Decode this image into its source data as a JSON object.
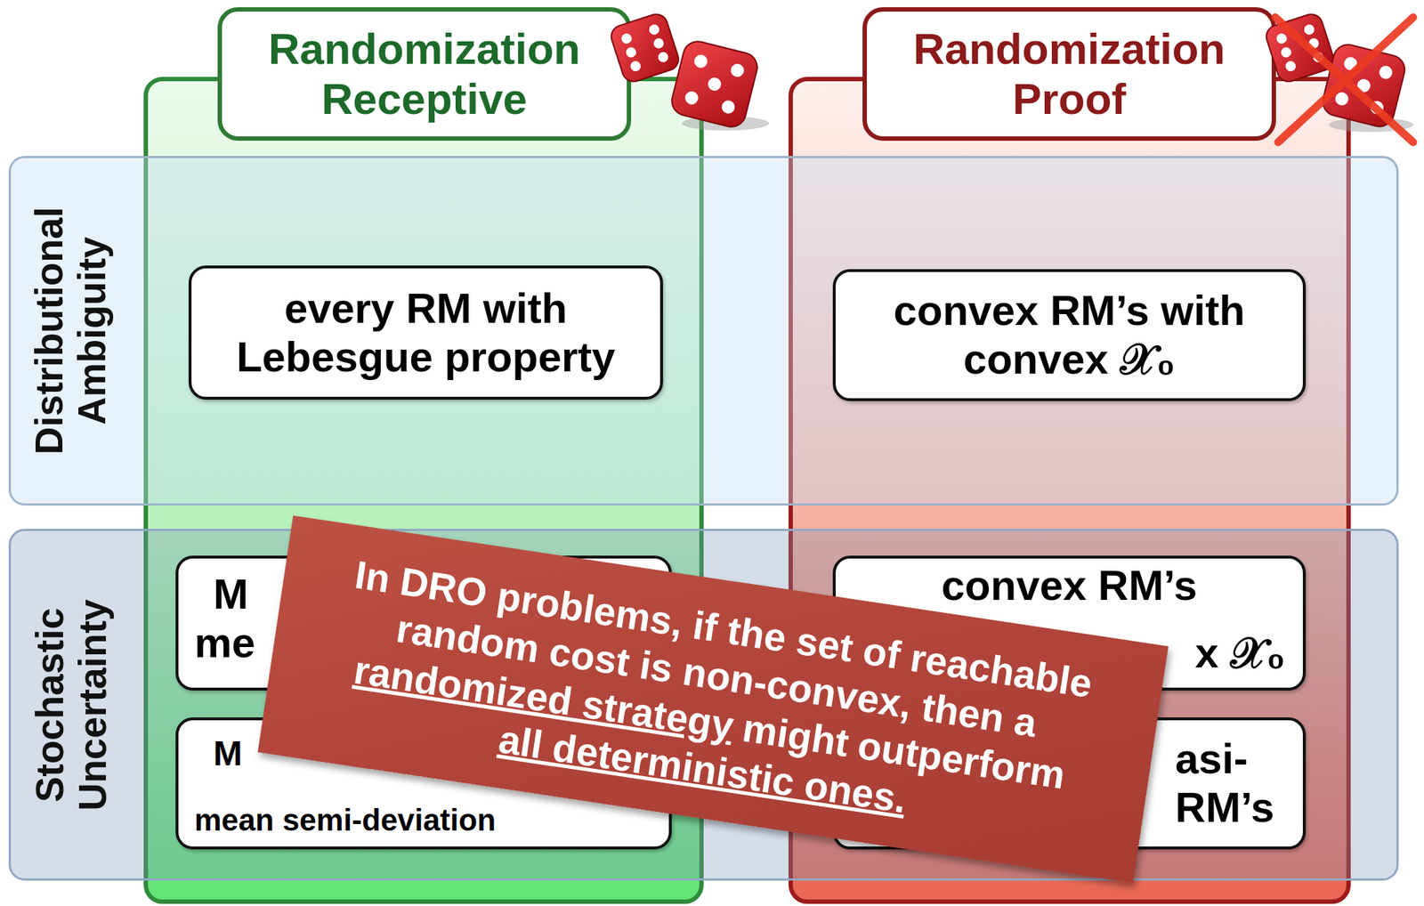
{
  "diagram": {
    "nodes": [
      {
        "text": [
          "Randomization Receptive"
        ]
      },
      {
        "text": [
          "Randomization Proof"
        ]
      },
      {
        "text": [
          "Distributional Ambiguity"
        ]
      },
      {
        "text": [
          "Stochastic Uncertainty"
        ]
      },
      {
        "text": [
          "every RM with Lebesgue property"
        ],
        "in": 2
      },
      {
        "text": [
          "convex RM’s with convex 𝒳₀"
        ],
        "in": 2
      },
      {
        "text": [
          "M",
          "me"
        ],
        "in": 3
      },
      {
        "text": [
          "convex RM’s",
          "x 𝒳₀"
        ],
        "in": 3
      },
      {
        "text": [
          "M",
          "mean semi-deviation"
        ],
        "in": 3
      },
      {
        "text": [
          "asi-",
          "RM’s"
        ],
        "in": 3
      },
      {
        "text": [
          "In DRO problems, if the set of reachable random cost is non-convex, then a",
          "randomized strategy",
          "might",
          "outperform",
          "all deterministic ones."
        ]
      }
    ]
  }
}
